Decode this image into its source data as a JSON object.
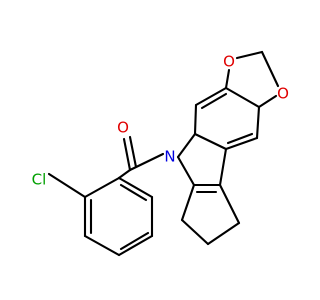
{
  "molecule": {
    "atoms": {
      "chlorine": {
        "symbol": "Cl",
        "color": "#00a000"
      },
      "carbonyl_oxygen": {
        "symbol": "O",
        "color": "#e00000"
      },
      "ring_nitrogen": {
        "symbol": "N",
        "color": "#0000e0"
      },
      "dioxole_oxygen_top": {
        "symbol": "O",
        "color": "#e00000"
      },
      "dioxole_oxygen_right": {
        "symbol": "O",
        "color": "#e00000"
      }
    },
    "bond_color": "#000000"
  }
}
